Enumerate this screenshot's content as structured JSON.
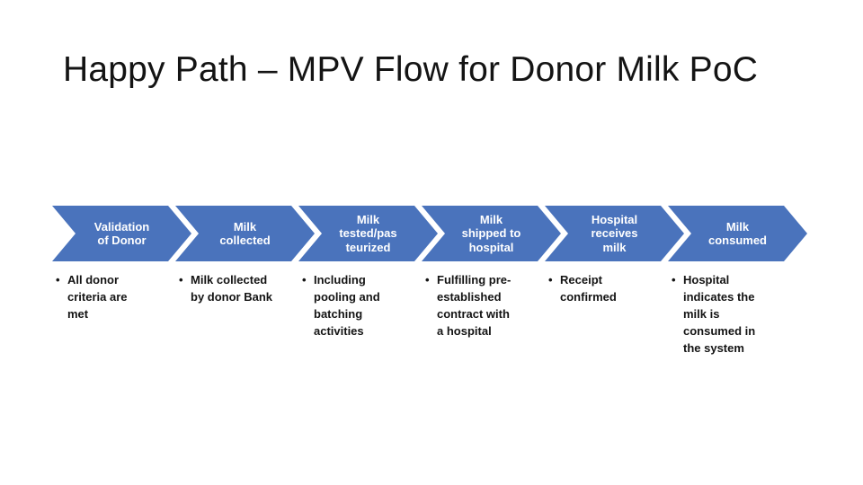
{
  "slide": {
    "title": "Happy Path – MPV Flow for Donor Milk PoC"
  },
  "colors": {
    "chevron_fill": "#4A73BC",
    "chevron_text": "#FFFFFF",
    "body_text": "#141414",
    "background": "#FFFFFF"
  },
  "flow": {
    "type": "chevron-process",
    "bullet_char": "•",
    "steps": [
      {
        "label": "Validation\nof Donor",
        "bullet": "All donor\ncriteria are\nmet"
      },
      {
        "label": "Milk\ncollected",
        "bullet": "Milk collected\nby donor Bank"
      },
      {
        "label": "Milk\ntested/pas\nteurized",
        "bullet": "Including\npooling and\nbatching\nactivities"
      },
      {
        "label": "Milk\nshipped to\nhospital",
        "bullet": "Fulfilling pre-\nestablished\ncontract with\na hospital"
      },
      {
        "label": "Hospital\nreceives\nmilk",
        "bullet": "Receipt\nconfirmed"
      },
      {
        "label": "Milk\nconsumed",
        "bullet": "Hospital\nindicates the\nmilk is\nconsumed in\nthe system"
      }
    ]
  }
}
